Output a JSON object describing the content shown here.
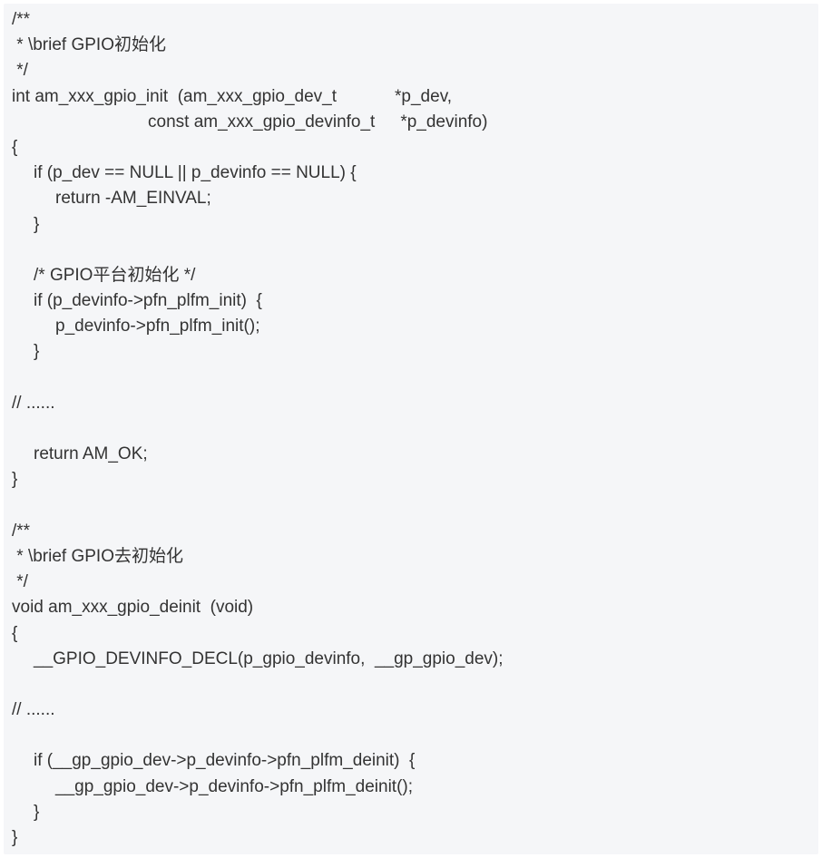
{
  "code": {
    "lines": [
      "/**",
      " * \\brief GPIO初始化",
      " */",
      "int am_xxx_gpio_init  (am_xxx_gpio_dev_t",
      "*p_dev,",
      "const am_xxx_gpio_devinfo_t",
      "*p_devinfo)",
      "{",
      "if (p_dev == NULL || p_devinfo == NULL) {",
      "return -AM_EINVAL;",
      "}",
      "",
      "/* GPIO平台初始化 */",
      "if (p_devinfo->pfn_plfm_init)  {",
      "p_devinfo->pfn_plfm_init();",
      "}",
      "",
      "// ......",
      "",
      "return AM_OK;",
      "}",
      "",
      "/**",
      " * \\brief GPIO去初始化",
      " */",
      "void am_xxx_gpio_deinit  (void)",
      "{",
      "__GPIO_DEVINFO_DECL(p_gpio_devinfo,  __gp_gpio_dev);",
      "",
      "// ......",
      "",
      "if (__gp_gpio_dev->p_devinfo->pfn_plfm_deinit)  {",
      "__gp_gpio_dev->p_devinfo->pfn_plfm_deinit();",
      "}",
      "}"
    ]
  }
}
